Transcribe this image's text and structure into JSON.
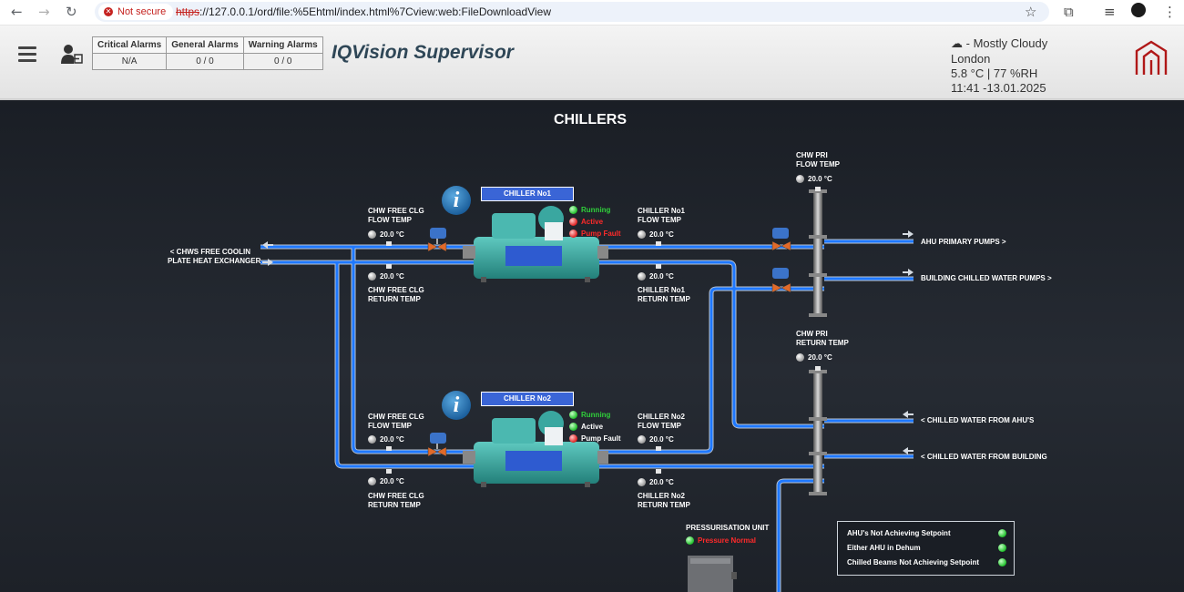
{
  "browser": {
    "not_secure": "Not secure",
    "url_scheme": "https",
    "url_rest": "://127.0.0.1/ord/file:%5Ehtml/index.html%7Cview:web:FileDownloadView"
  },
  "header": {
    "title": "IQVision Supervisor",
    "alarms": {
      "headers": [
        "Critical Alarms",
        "General Alarms",
        "Warning Alarms"
      ],
      "values": [
        "N/A",
        "0 / 0",
        "0 / 0"
      ]
    },
    "weather": {
      "condition": "- Mostly Cloudy",
      "city": "London",
      "readings": "5.8 °C | 77 %RH",
      "datetime": "11:41 -13.01.2025"
    }
  },
  "panel": {
    "title": "CHILLERS",
    "free_cooling_label_1": "< CHWS FREE COOLIN",
    "free_cooling_label_2": "PLATE HEAT EXCHANGER",
    "chillers": [
      {
        "name": "CHILLER No1",
        "status": [
          "Running",
          "Active",
          "Pump Fault"
        ],
        "status_colors": [
          "#2fd03a",
          "#ff2a2a",
          "#ff2a2a"
        ],
        "free_flow_label_1": "CHW FREE CLG",
        "free_flow_label_2": "FLOW TEMP",
        "free_flow_value": "20.0 °C",
        "free_return_value": "20.0 °C",
        "free_return_label_1": "CHW FREE CLG",
        "free_return_label_2": "RETURN TEMP",
        "flow_label_1": "CHILLER No1",
        "flow_label_2": "FLOW TEMP",
        "flow_value": "20.0 °C",
        "return_value": "20.0 °C",
        "return_label_1": "CHILLER No1",
        "return_label_2": "RETURN TEMP"
      },
      {
        "name": "CHILLER No2",
        "status": [
          "Running",
          "Active",
          "Pump Fault"
        ],
        "status_colors": [
          "#2fd03a",
          "#ffffff",
          "#ffffff"
        ],
        "free_flow_label_1": "CHW FREE CLG",
        "free_flow_label_2": "FLOW TEMP",
        "free_flow_value": "20.0 °C",
        "free_return_value": "20.0 °C",
        "free_return_label_1": "CHW FREE CLG",
        "free_return_label_2": "RETURN TEMP",
        "flow_label_1": "CHILLER No2",
        "flow_label_2": "FLOW TEMP",
        "flow_value": "20.0 °C",
        "return_value": "20.0 °C",
        "return_label_1": "CHILLER No2",
        "return_label_2": "RETURN TEMP"
      }
    ],
    "pri_flow": {
      "label_1": "CHW PRI",
      "label_2": "FLOW TEMP",
      "value": "20.0 °C"
    },
    "pri_return": {
      "label_1": "CHW PRI",
      "label_2": "RETURN TEMP",
      "value": "20.0 °C"
    },
    "outlets": {
      "ahu_primary": "AHU PRIMARY PUMPS >",
      "building_chw": "BUILDING CHILLED WATER PUMPS >",
      "from_ahus": "< CHILLED WATER FROM AHU'S",
      "from_building": "< CHILLED WATER FROM BUILDING"
    },
    "pressurisation": {
      "title": "PRESSURISATION UNIT",
      "status": "Pressure Normal"
    },
    "alerts": [
      "AHU's Not Achieving Setpoint",
      "Either AHU in Dehum",
      "Chilled Beams Not Achieving Setpoint"
    ]
  },
  "colors": {
    "pipe": "#1e78ff",
    "pipe_edge": "#b9c3cf",
    "chiller_body": "#3aa7a0",
    "status_green": "#2fd03a",
    "status_red": "#ff2a2a",
    "logo_red": "#b01818"
  }
}
